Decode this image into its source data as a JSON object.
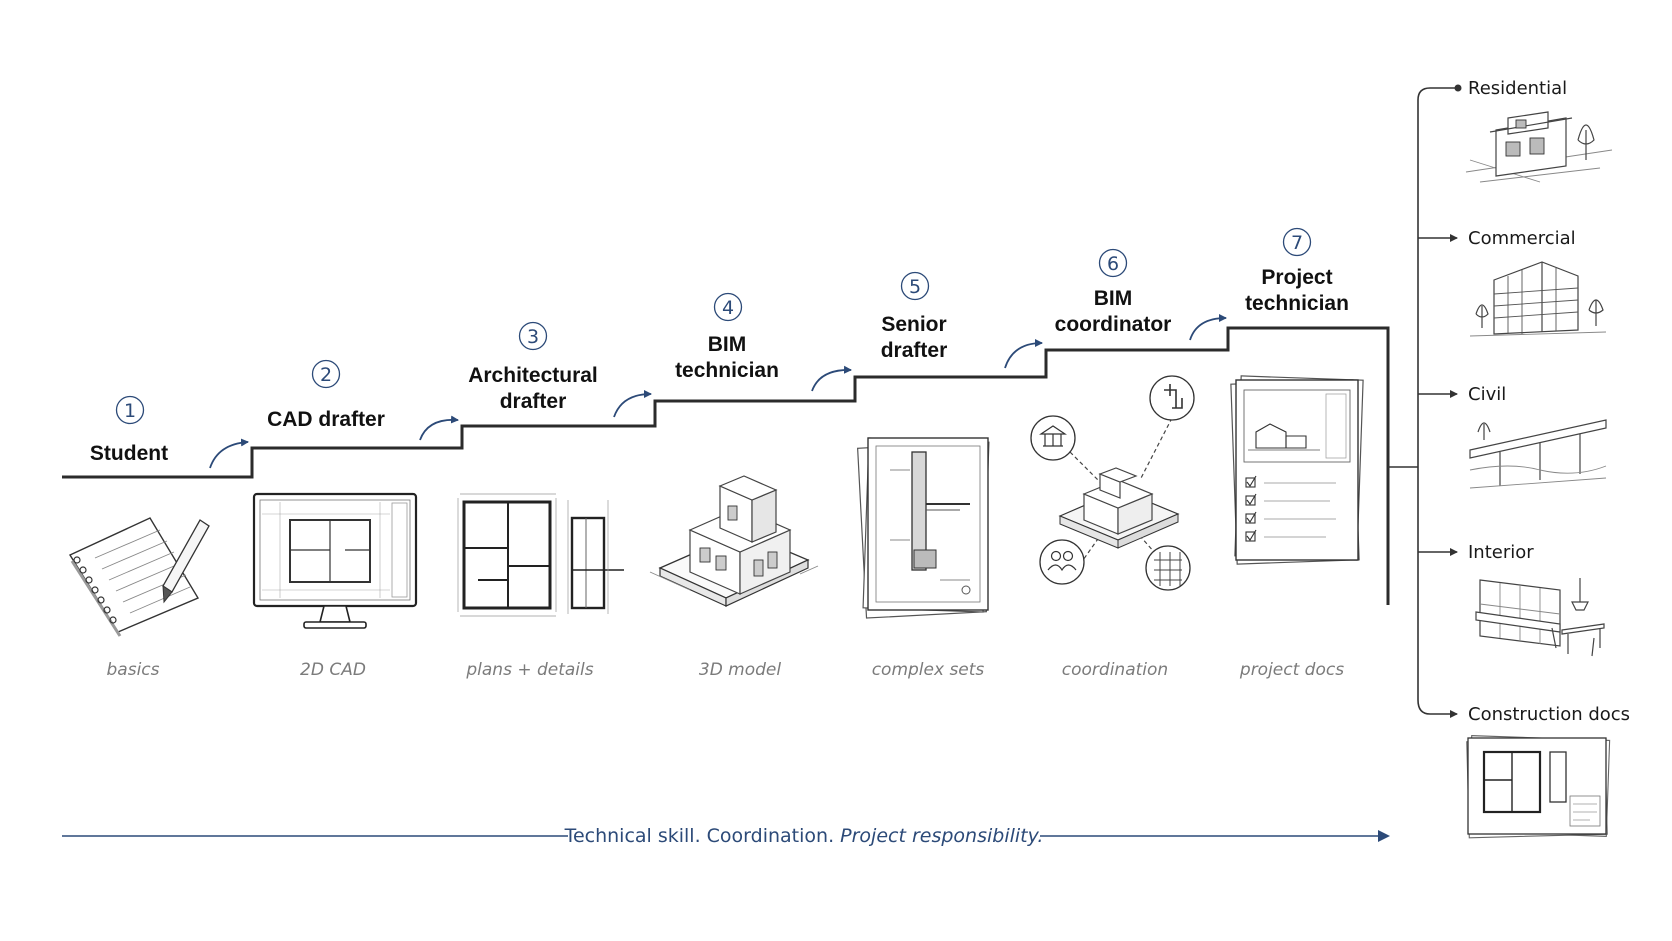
{
  "steps": [
    {
      "num": "1",
      "title_lines": [
        "Student"
      ],
      "caption": "basics"
    },
    {
      "num": "2",
      "title_lines": [
        "CAD drafter"
      ],
      "caption": "2D CAD"
    },
    {
      "num": "3",
      "title_lines": [
        "Architectural",
        "drafter"
      ],
      "caption": "plans + details"
    },
    {
      "num": "4",
      "title_lines": [
        "BIM",
        "technician"
      ],
      "caption": "3D model"
    },
    {
      "num": "5",
      "title_lines": [
        "Senior",
        "drafter"
      ],
      "caption": "complex sets"
    },
    {
      "num": "6",
      "title_lines": [
        "BIM",
        "coordinator"
      ],
      "caption": "coordination"
    },
    {
      "num": "7",
      "title_lines": [
        "Project",
        "technician"
      ],
      "caption": "project docs"
    }
  ],
  "branches": [
    {
      "label": "Residential",
      "icon": "residential-house-sketch"
    },
    {
      "label": "Commercial",
      "icon": "commercial-building-sketch"
    },
    {
      "label": "Civil",
      "icon": "civil-bridge-sketch"
    },
    {
      "label": "Interior",
      "icon": "interior-kitchen-sketch"
    },
    {
      "label": "Construction docs",
      "icon": "construction-drawing-sheets"
    }
  ],
  "progress_tagline": {
    "part1": "Technical skill. Coordination. ",
    "part2": "Project responsibility."
  },
  "colors": {
    "accent": "#2c4a78",
    "staircase": "#2b2b2b",
    "caption": "#7b7b7b"
  }
}
